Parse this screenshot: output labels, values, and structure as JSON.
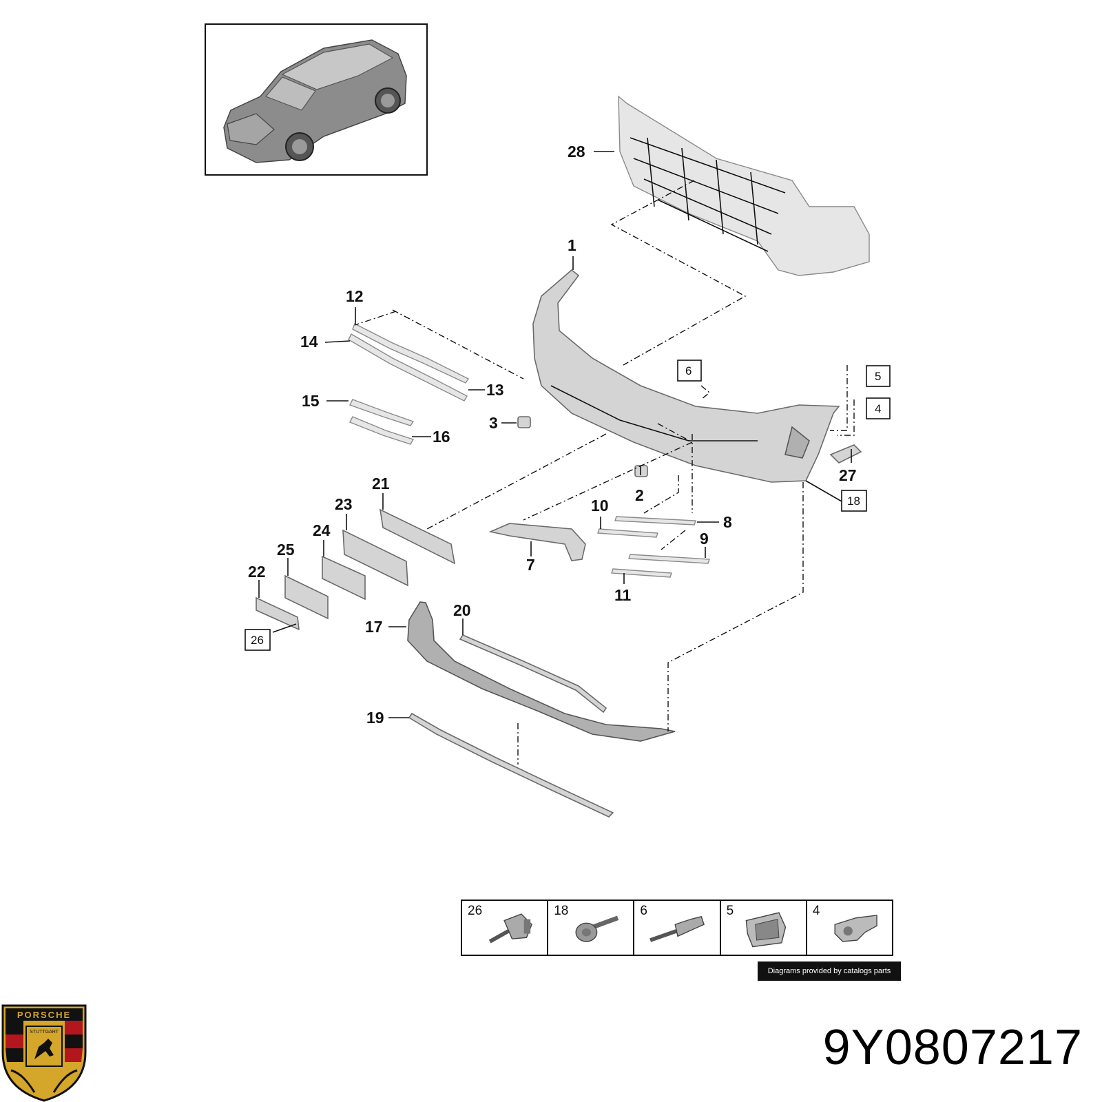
{
  "diagram": {
    "callouts": {
      "c1": "1",
      "c2": "2",
      "c3": "3",
      "c7": "7",
      "c8": "8",
      "c9": "9",
      "c10": "10",
      "c11": "11",
      "c12": "12",
      "c13": "13",
      "c14": "14",
      "c15": "15",
      "c16": "16",
      "c17": "17",
      "c19": "19",
      "c20": "20",
      "c21": "21",
      "c22": "22",
      "c23": "23",
      "c24": "24",
      "c25": "25",
      "c27": "27",
      "c28": "28"
    },
    "boxed_refs": {
      "b4": "4",
      "b5": "5",
      "b6": "6",
      "b18": "18",
      "b26": "26"
    }
  },
  "fastener_table": {
    "cells": [
      {
        "number": "26",
        "icon": "push-rivet-icon"
      },
      {
        "number": "18",
        "icon": "flange-screw-icon"
      },
      {
        "number": "6",
        "icon": "stud-clip-icon"
      },
      {
        "number": "5",
        "icon": "bracket-clip-icon"
      },
      {
        "number": "4",
        "icon": "spring-nut-icon"
      }
    ]
  },
  "credit": "Diagrams provided by catalogs parts",
  "part_number": "9Y0807217",
  "logo": {
    "brand": "PORSCHE",
    "city": "STUTTGART",
    "colors": {
      "gold": "#d4a62a",
      "red": "#b3161d",
      "black": "#111111"
    }
  }
}
